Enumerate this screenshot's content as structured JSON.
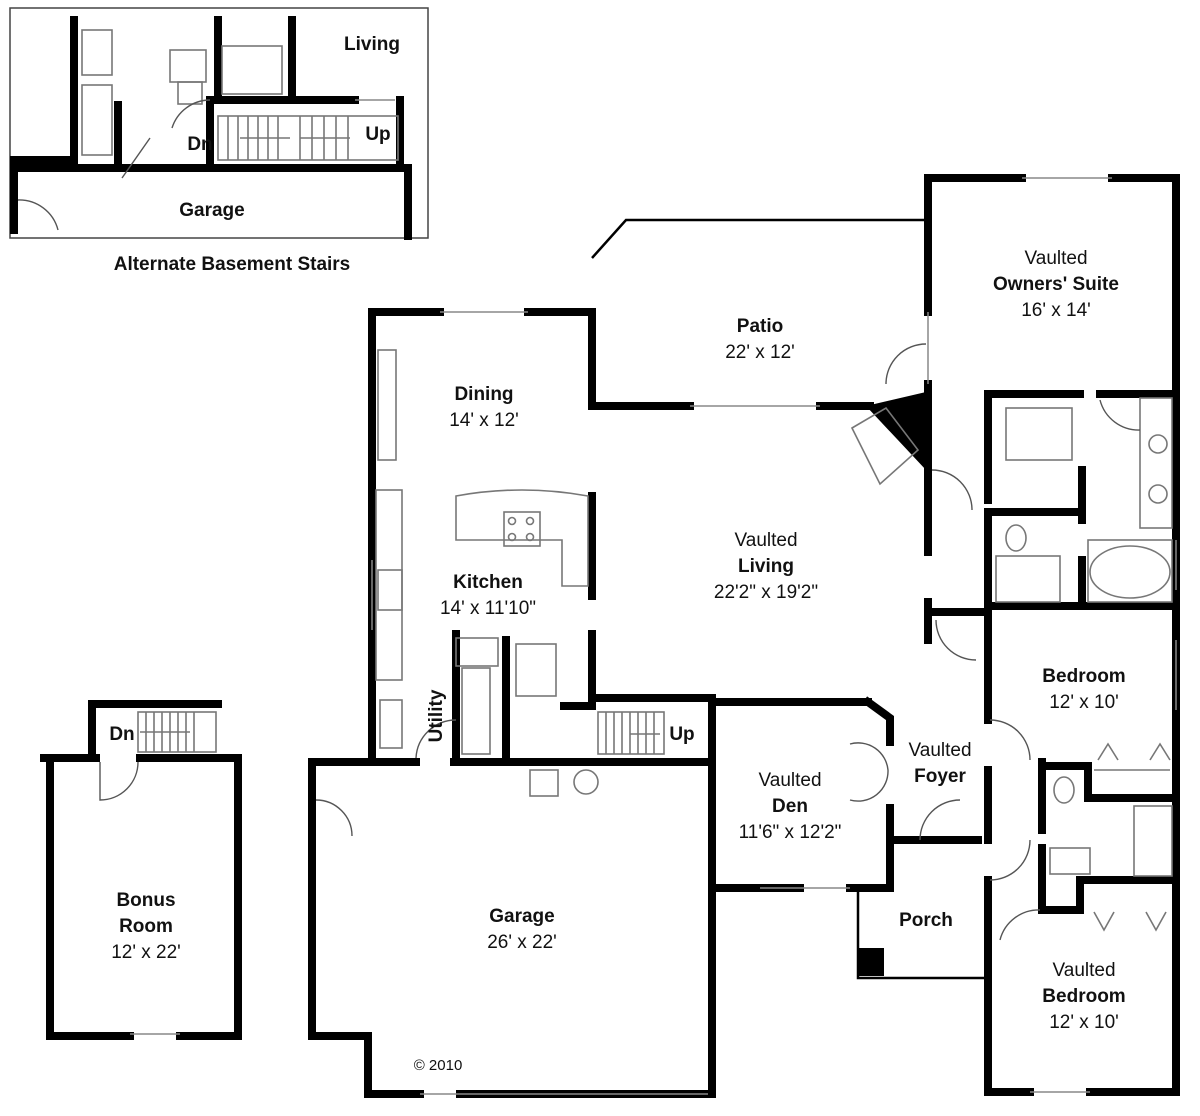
{
  "inset": {
    "living": "Living",
    "garage": "Garage",
    "dn": "Dn",
    "up": "Up",
    "caption": "Alternate Basement Stairs"
  },
  "rooms": {
    "patio": {
      "name": "Patio",
      "size": "22' x 12'"
    },
    "owners_suite": {
      "prefix": "Vaulted",
      "name": "Owners' Suite",
      "size": "16' x 14'"
    },
    "dining": {
      "name": "Dining",
      "size": "14' x 12'"
    },
    "living": {
      "prefix": "Vaulted",
      "name": "Living",
      "size": "22'2\" x 19'2\""
    },
    "kitchen": {
      "name": "Kitchen",
      "size": "14' x 11'10\""
    },
    "bedroom1": {
      "name": "Bedroom",
      "size": "12' x 10'"
    },
    "foyer": {
      "prefix": "Vaulted",
      "name": "Foyer"
    },
    "den": {
      "prefix": "Vaulted",
      "name": "Den",
      "size": "11'6\" x 12'2\""
    },
    "utility": {
      "name": "Utility"
    },
    "porch": {
      "name": "Porch"
    },
    "garage": {
      "name": "Garage",
      "size": "26' x 22'"
    },
    "bonus": {
      "name_line1": "Bonus",
      "name_line2": "Room",
      "size": "12' x 22'"
    },
    "bedroom2": {
      "prefix": "Vaulted",
      "name": "Bedroom",
      "size": "12' x 10'"
    }
  },
  "stairs": {
    "main_up": "Up",
    "bonus_dn": "Dn"
  },
  "copyright": "© 2010"
}
